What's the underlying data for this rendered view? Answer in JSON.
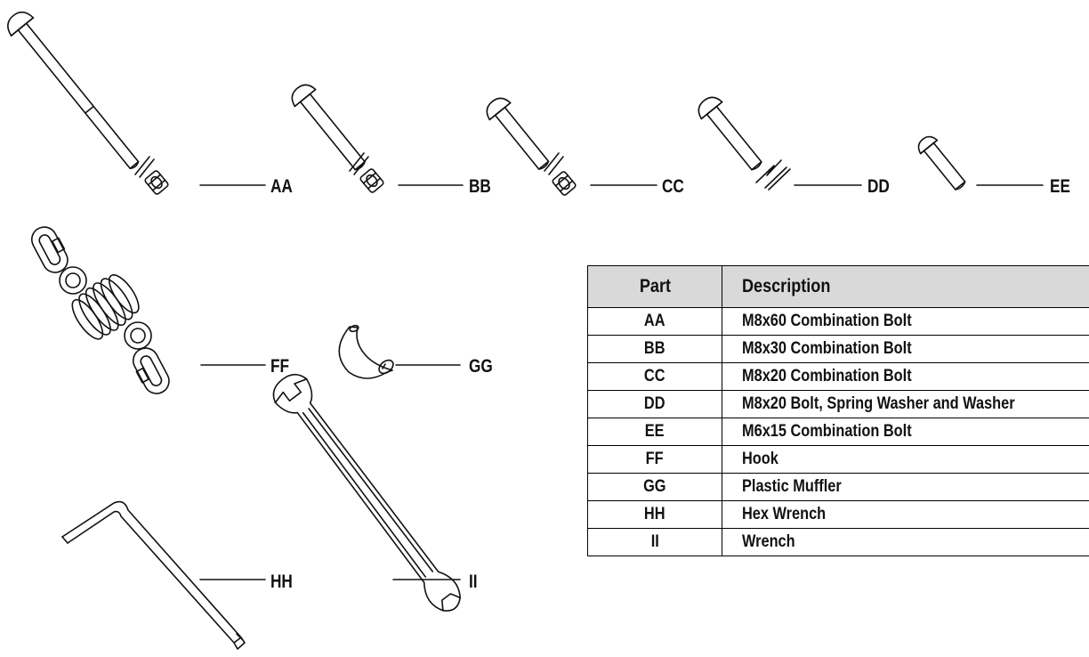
{
  "callouts": [
    {
      "id": "AA",
      "text": "AA"
    },
    {
      "id": "BB",
      "text": "BB"
    },
    {
      "id": "CC",
      "text": "CC"
    },
    {
      "id": "DD",
      "text": "DD"
    },
    {
      "id": "EE",
      "text": "EE"
    },
    {
      "id": "FF",
      "text": "FF"
    },
    {
      "id": "GG",
      "text": "GG"
    },
    {
      "id": "HH",
      "text": "HH"
    },
    {
      "id": "II",
      "text": "II"
    }
  ],
  "table": {
    "headers": {
      "part": "Part",
      "description": "Description"
    },
    "rows": [
      {
        "part": "AA",
        "description": "M8x60 Combination Bolt"
      },
      {
        "part": "BB",
        "description": "M8x30 Combination Bolt"
      },
      {
        "part": "CC",
        "description": "M8x20 Combination Bolt"
      },
      {
        "part": "DD",
        "description": "M8x20 Bolt, Spring Washer and Washer"
      },
      {
        "part": "EE",
        "description": "M6x15 Combination Bolt"
      },
      {
        "part": "FF",
        "description": "Hook"
      },
      {
        "part": "GG",
        "description": "Plastic Muffler"
      },
      {
        "part": "HH",
        "description": "Hex Wrench"
      },
      {
        "part": "II",
        "description": "Wrench"
      }
    ]
  }
}
